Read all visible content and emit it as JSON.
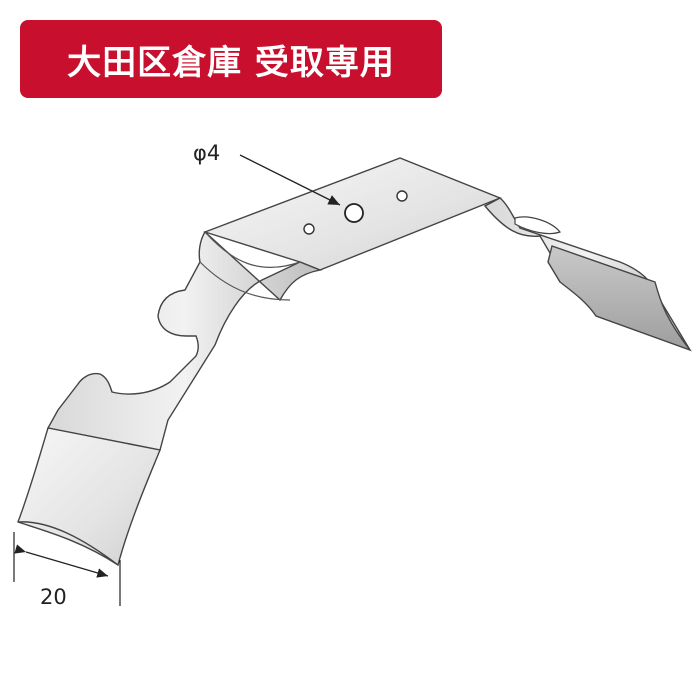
{
  "banner": {
    "label": "大田区倉庫 受取専用",
    "background_color": "#c8102e",
    "text_color": "#ffffff"
  },
  "drawing": {
    "subject": "metal-bracket-illustration",
    "hole_label": "φ4",
    "width_label": "20"
  }
}
